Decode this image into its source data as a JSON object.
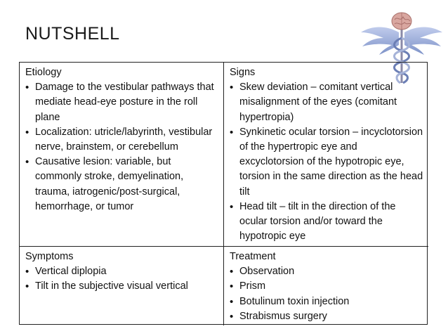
{
  "slide": {
    "title": "NUTSHELL"
  },
  "table": {
    "etiology": {
      "heading": "Etiology",
      "items": [
        "Damage to the vestibular pathways that mediate head-eye posture in the roll plane",
        "Localization: utricle/labyrinth, vestibular nerve, brainstem, or cerebellum",
        "Causative lesion: variable, but commonly stroke, demyelination, trauma, iatrogenic/post-surgical, hemorrhage, or tumor"
      ]
    },
    "signs": {
      "heading": "Signs",
      "items": [
        "Skew deviation – comitant vertical misalignment of the eyes (comitant hypertropia)",
        "Synkinetic ocular torsion – incyclotorsion of the hypertropic eye and excyclotorsion of the hypotropic eye, torsion in the same direction as the head tilt",
        "Head tilt – tilt in the direction of the ocular torsion and/or toward the hypotropic eye"
      ]
    },
    "symptoms": {
      "heading": "Symptoms",
      "items": [
        "Vertical diplopia",
        "Tilt in the subjective visual vertical"
      ]
    },
    "treatment": {
      "heading": "Treatment",
      "items": [
        "Observation",
        "Prism",
        "Botulinum toxin injection",
        "Strabismus surgery"
      ]
    }
  },
  "logo": {
    "icon": "caduceus-brain-icon",
    "colors": {
      "wings": "#7d93c9",
      "brain": "#d9a7a0",
      "staff": "#8a8aa8"
    }
  }
}
